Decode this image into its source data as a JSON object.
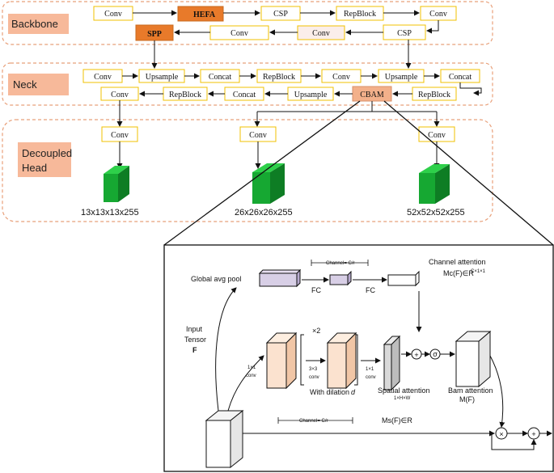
{
  "sections": {
    "backbone": "Backbone",
    "neck": "Neck",
    "head_line1": "Decoupled",
    "head_line2": "Head"
  },
  "backbone": {
    "row1": [
      "Conv",
      "HEFA",
      "CSP",
      "RepBlock",
      "Conv"
    ],
    "row2": [
      "SPP",
      "Conv",
      "Conv",
      "CSP"
    ]
  },
  "neck": {
    "row1": [
      "Conv",
      "Upsample",
      "Concat",
      "RepBlock",
      "Conv",
      "Upsample",
      "Concat"
    ],
    "row2": [
      "Conv",
      "RepBlock",
      "Concat",
      "Upsample",
      "CBAM",
      "RepBlock"
    ]
  },
  "head": {
    "convs": [
      "Conv",
      "Conv",
      "Conv"
    ],
    "outputs": [
      "13x13x13x255",
      "26x26x26x255",
      "52x52x52x255"
    ]
  },
  "cbam": {
    "global_pool": "Global avg pool",
    "channel_c": "Channel= C/r",
    "fc1": "FC",
    "fc2": "FC",
    "channel_attention": "Channel attention",
    "channel_formula": "Mc(F)∈R",
    "channel_formula_sup": "C×1×1",
    "input_l1": "Input",
    "input_l2": "Tensor",
    "input_l3": "F",
    "times2": "×2",
    "conv1_l1": "1×1",
    "conv1_l2": "conv",
    "conv3_l1": "3×3",
    "conv3_l2": "conv",
    "conv1b_l1": "1×1",
    "conv1b_l2": "conv",
    "dilation": "With dilation",
    "dilation_var": "d",
    "spatial_attention": "Spatial attention",
    "spatial_sup": "1×H×W",
    "bam_l1": "Bam attention",
    "bam_l2": "M(F)",
    "bottom_channel": "Channel= C/r",
    "bottom_formula": "Ms(F)∈R",
    "plus": "+",
    "sigma": "σ",
    "times": "×"
  },
  "colors": {
    "block_border": "#f0c000",
    "hefa_fill": "#e87a2a",
    "cbam_fill": "#f3b08a",
    "section_label_bg": "#f7b99a",
    "dashed_border": "#e8a07a",
    "cube_green": "#16a832"
  }
}
